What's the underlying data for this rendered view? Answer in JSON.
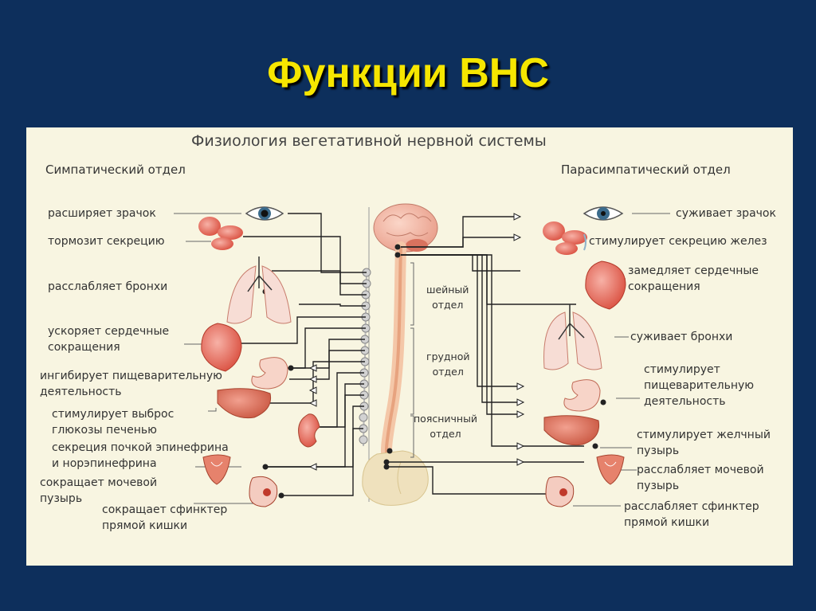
{
  "slide_title": "Функции ВНС",
  "diagram": {
    "title": "Физиология вегетативной нервной системы",
    "sympathetic_heading": "Симпатический отдел",
    "parasympathetic_heading": "Парасимпатический отдел",
    "spine_sections": {
      "cervical": [
        "шейный",
        "отдел"
      ],
      "thoracic": [
        "грудной",
        "отдел"
      ],
      "lumbar": [
        "поясничный",
        "отдел"
      ]
    },
    "sympathetic_labels": [
      [
        "расширяет зрачок"
      ],
      [
        "тормозит секрецию"
      ],
      [
        "расслабляет бронхи"
      ],
      [
        "ускоряет сердечные",
        "сокращения"
      ],
      [
        "ингибирует пищеварительную",
        "деятельность"
      ],
      [
        "стимулирует выброс",
        "глюкозы печенью"
      ],
      [
        "секреция почкой эпинефрина",
        "и норэпинефрина"
      ],
      [
        "сокращает мочевой",
        "пузырь"
      ],
      [
        "сокращает сфинктер",
        "прямой кишки"
      ]
    ],
    "parasympathetic_labels": [
      [
        "суживает зрачок"
      ],
      [
        "стимулирует секрецию желез"
      ],
      [
        "замедляет сердечные",
        "сокращения"
      ],
      [
        "суживает бронхи"
      ],
      [
        "стимулирует",
        "пищеварительную",
        "деятельность"
      ],
      [
        "стимулирует желчный",
        "пузырь"
      ],
      [
        "расслабляет мочевой",
        "пузырь"
      ],
      [
        "расслабляет сфинктер",
        "прямой кишки"
      ]
    ]
  }
}
